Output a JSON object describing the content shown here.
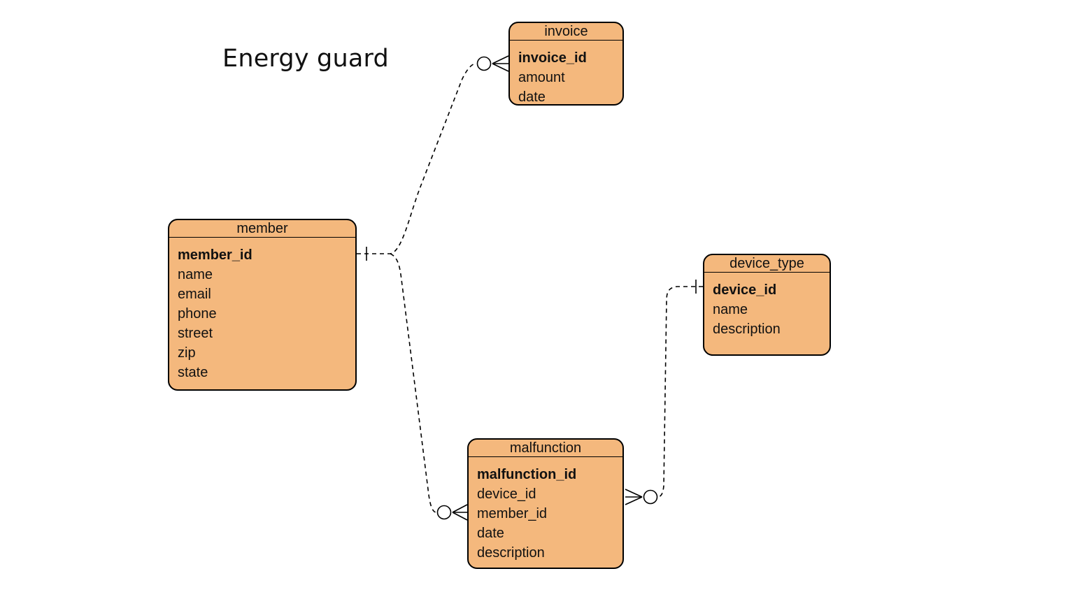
{
  "diagram": {
    "title": "Energy guard",
    "entities": [
      {
        "id": "invoice",
        "name": "invoice",
        "fields": [
          {
            "name": "invoice_id",
            "primary_key": true
          },
          {
            "name": "amount",
            "primary_key": false
          },
          {
            "name": "date",
            "primary_key": false
          }
        ]
      },
      {
        "id": "member",
        "name": "member",
        "fields": [
          {
            "name": "member_id",
            "primary_key": true
          },
          {
            "name": "name",
            "primary_key": false
          },
          {
            "name": "email",
            "primary_key": false
          },
          {
            "name": "phone",
            "primary_key": false
          },
          {
            "name": "street",
            "primary_key": false
          },
          {
            "name": "zip",
            "primary_key": false
          },
          {
            "name": "state",
            "primary_key": false
          }
        ]
      },
      {
        "id": "device_type",
        "name": "device_type",
        "fields": [
          {
            "name": "device_id",
            "primary_key": true
          },
          {
            "name": "name",
            "primary_key": false
          },
          {
            "name": "description",
            "primary_key": false
          }
        ]
      },
      {
        "id": "malfunction",
        "name": "malfunction",
        "fields": [
          {
            "name": "malfunction_id",
            "primary_key": true
          },
          {
            "name": "device_id",
            "primary_key": false
          },
          {
            "name": "member_id",
            "primary_key": false
          },
          {
            "name": "date",
            "primary_key": false
          },
          {
            "name": "description",
            "primary_key": false
          }
        ]
      }
    ],
    "relationships": [
      {
        "from": "member",
        "from_cardinality": "exactly-one",
        "to": "invoice",
        "to_cardinality": "zero-or-many",
        "line_style": "dashed"
      },
      {
        "from": "member",
        "from_cardinality": "exactly-one",
        "to": "malfunction",
        "to_cardinality": "zero-or-many",
        "line_style": "dashed"
      },
      {
        "from": "device_type",
        "from_cardinality": "exactly-one",
        "to": "malfunction",
        "to_cardinality": "zero-or-many",
        "line_style": "dashed"
      }
    ],
    "colors": {
      "entity_fill": "#f4b87d",
      "entity_border": "#000000",
      "line": "#000000",
      "background": "#ffffff"
    }
  }
}
